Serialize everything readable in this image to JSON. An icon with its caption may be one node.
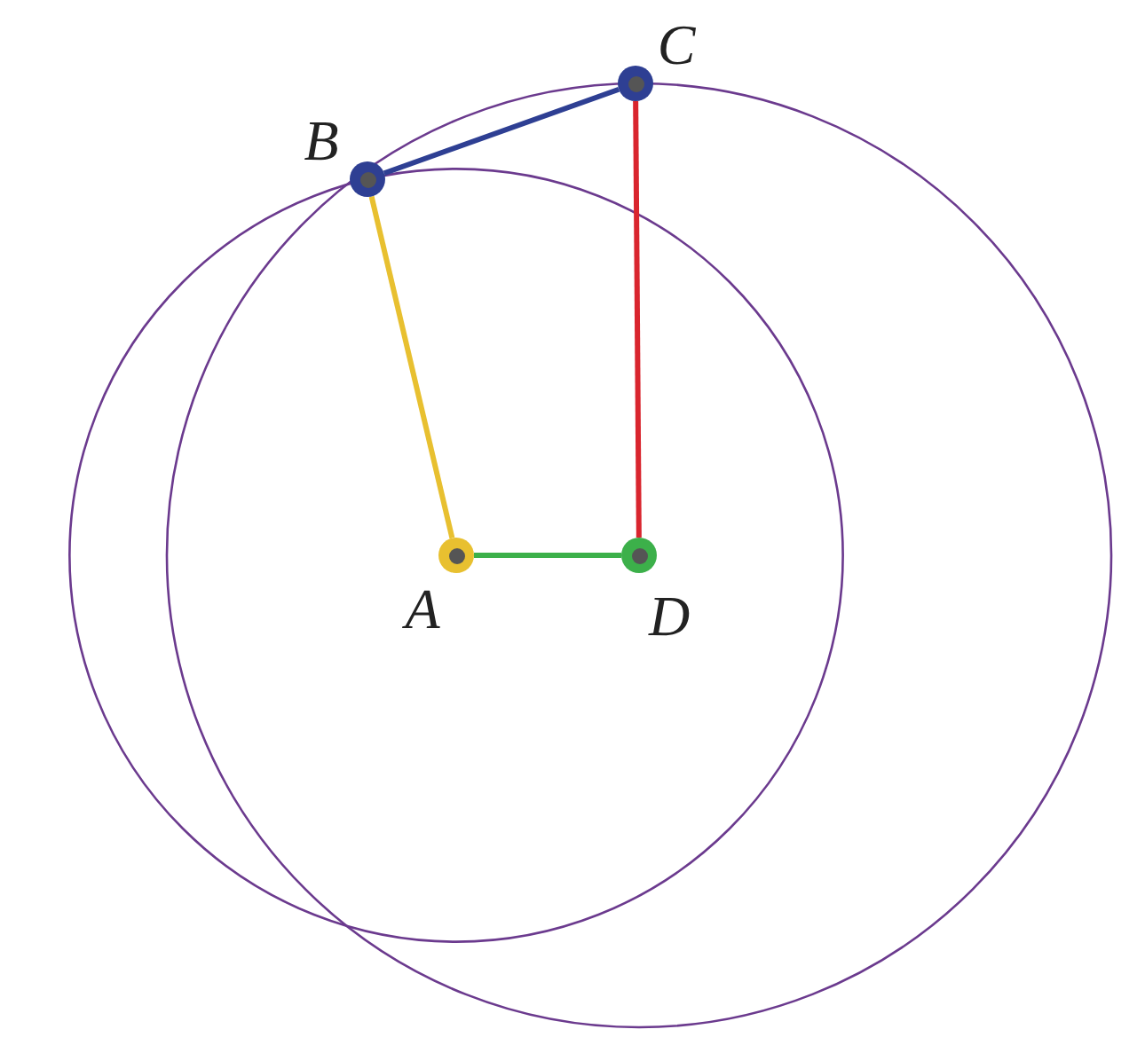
{
  "diagram": {
    "nodes": [
      {
        "text": [
          "A"
        ]
      },
      {
        "text": [
          "B"
        ]
      },
      {
        "text": [
          "C"
        ]
      },
      {
        "text": [
          "D"
        ]
      }
    ],
    "edges": [
      {
        "from": 0,
        "to": 1,
        "arrow": "none",
        "color": "#e8c030"
      },
      {
        "from": 1,
        "to": 2,
        "arrow": "none",
        "color": "#2e3f93"
      },
      {
        "from": 2,
        "to": 3,
        "arrow": "none",
        "color": "#d9252e"
      },
      {
        "from": 0,
        "to": 3,
        "arrow": "none",
        "color": "#3cb04a"
      }
    ]
  }
}
